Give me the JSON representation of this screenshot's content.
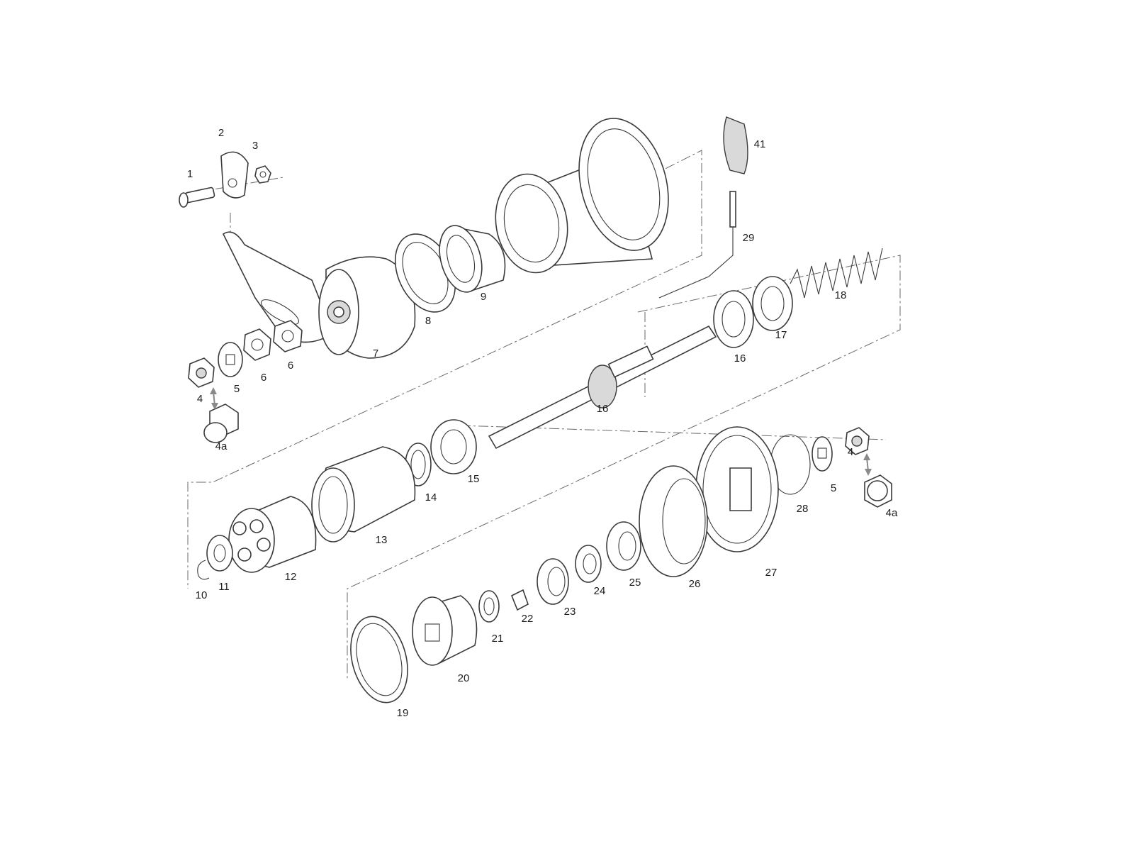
{
  "callouts": {
    "p1": "1",
    "p2": "2",
    "p3": "3",
    "p4_left": "4",
    "p4a_left": "4a",
    "p5_left": "5",
    "p6_a": "6",
    "p6_b": "6",
    "p7": "7",
    "p8": "8",
    "p9": "9",
    "p10": "10",
    "p11": "11",
    "p12": "12",
    "p13": "13",
    "p14": "14",
    "p15": "15",
    "p16_a": "16",
    "p16_b": "16",
    "p17": "17",
    "p18": "18",
    "p19": "19",
    "p20": "20",
    "p21": "21",
    "p22": "22",
    "p23": "23",
    "p24": "24",
    "p25": "25",
    "p26": "26",
    "p27": "27",
    "p28": "28",
    "p29": "29",
    "p41": "41",
    "p4_right": "4",
    "p4a_right": "4a",
    "p5_right": "5"
  }
}
